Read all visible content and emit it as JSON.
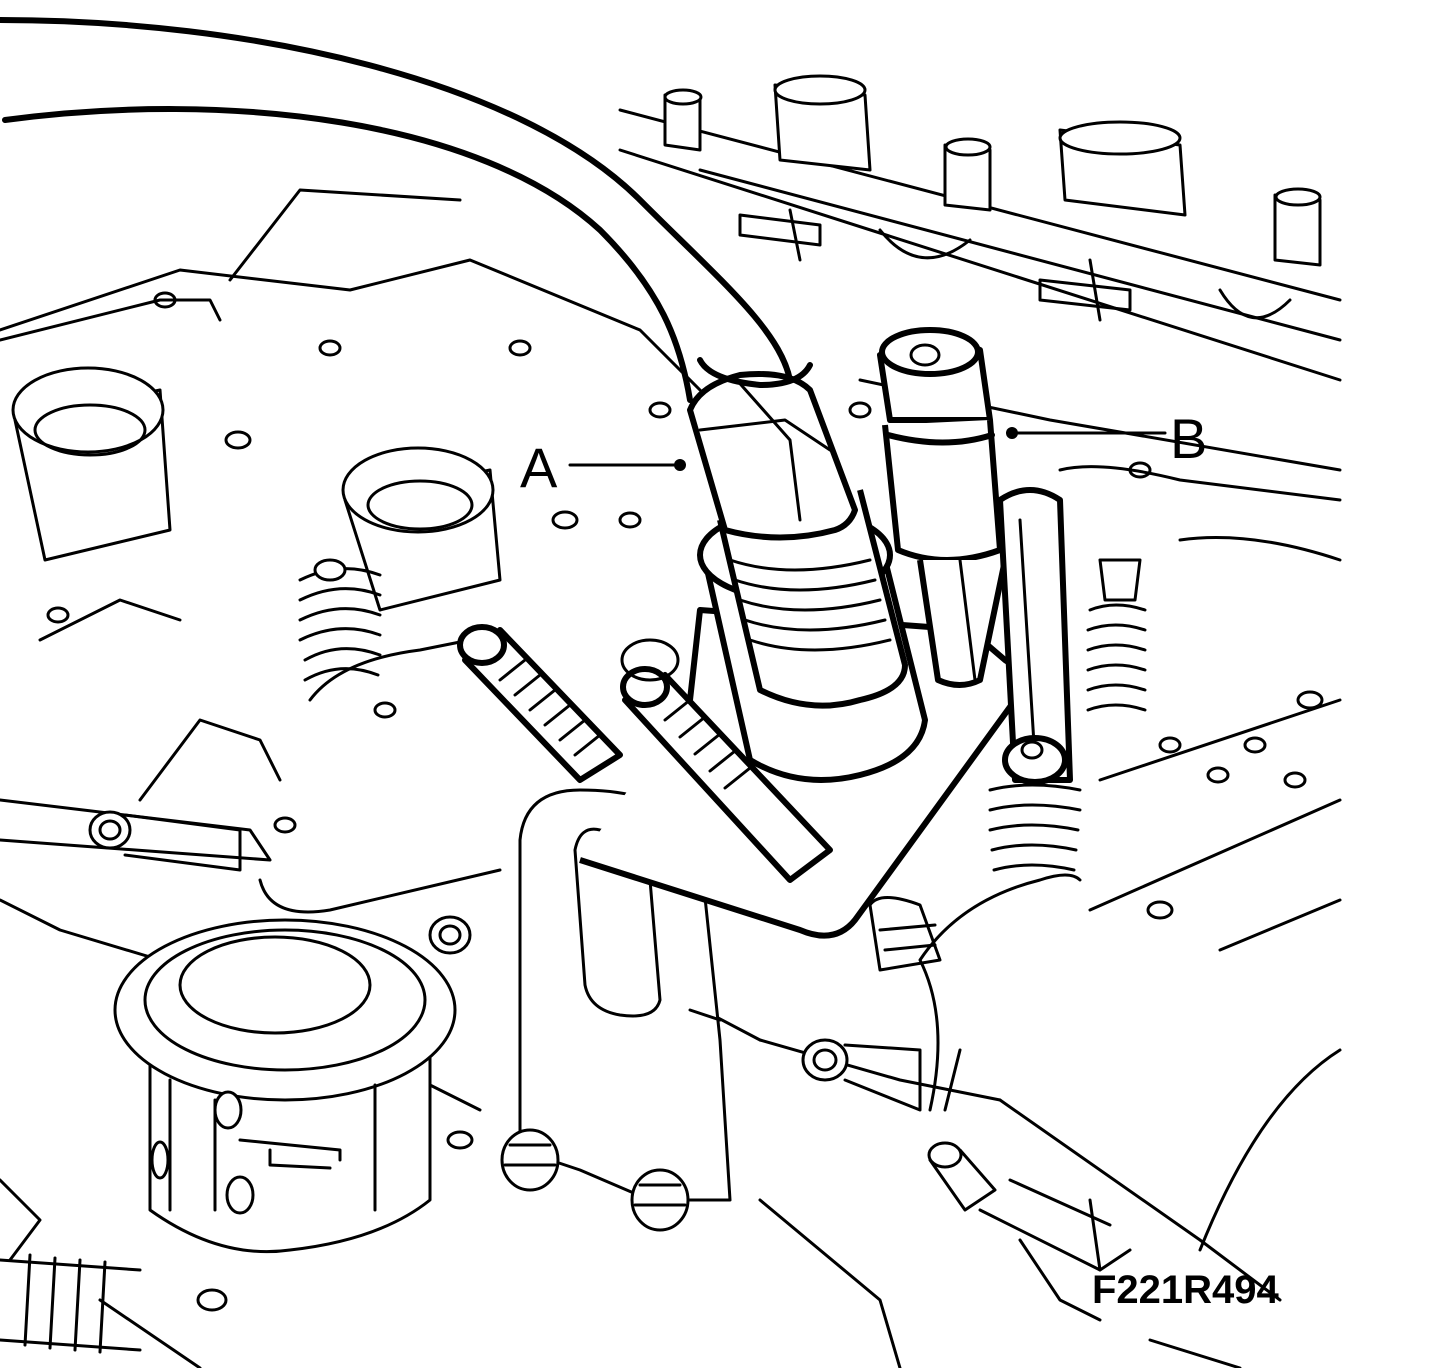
{
  "labels": {
    "a": "A",
    "b": "B"
  },
  "figure_code": "F221R494"
}
